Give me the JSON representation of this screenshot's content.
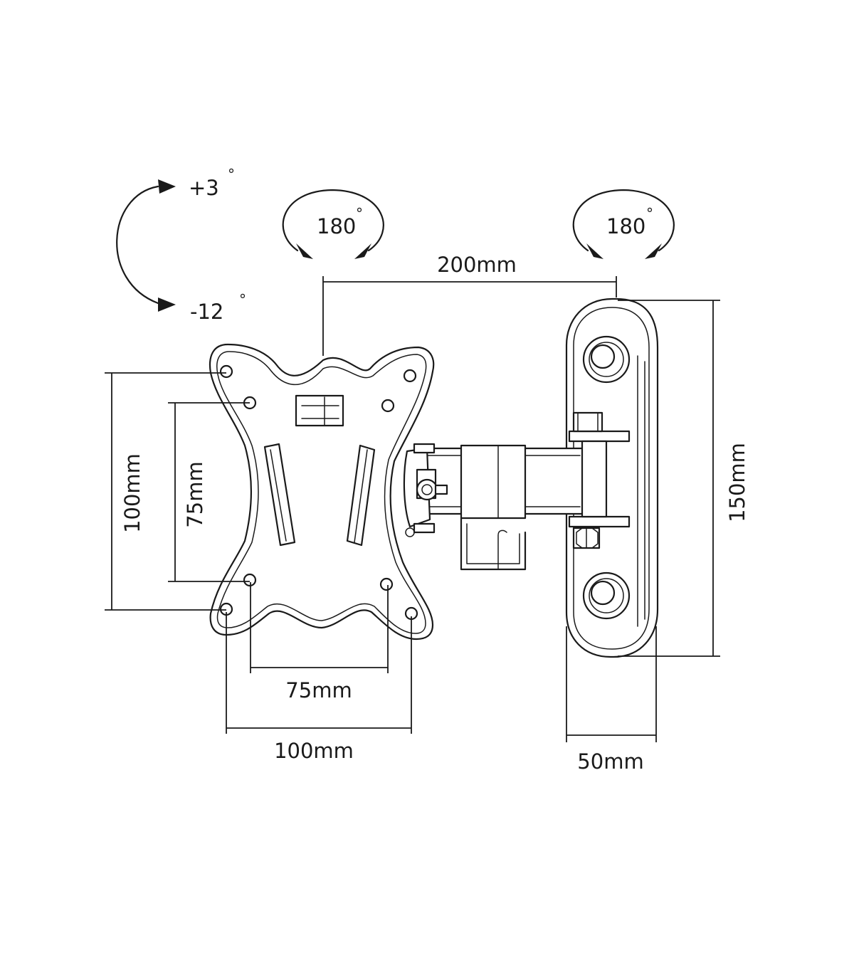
{
  "tilt": {
    "up_value": "+3",
    "down_value": "-12",
    "degree_symbol": "°"
  },
  "swivel_left": {
    "value": "180",
    "degree_symbol": "°"
  },
  "swivel_right": {
    "value": "180",
    "degree_symbol": "°"
  },
  "dimensions": {
    "arm_extension": "200mm",
    "wall_plate_height": "150mm",
    "wall_plate_width": "50mm",
    "vesa_100_vertical": "100mm",
    "vesa_75_vertical": "75mm",
    "vesa_75_horizontal": "75mm",
    "vesa_100_horizontal": "100mm"
  }
}
